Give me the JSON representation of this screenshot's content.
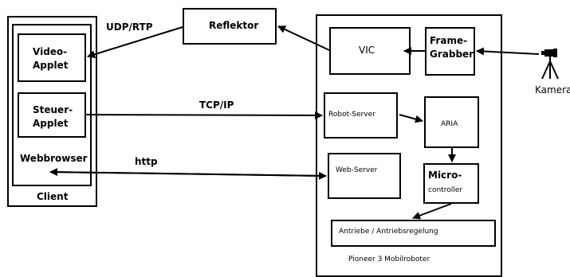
{
  "labels": {
    "client": "Client",
    "webbrowser": "Webbrowser",
    "video_applet": [
      "Video-",
      "Applet"
    ],
    "steuer_applet": [
      "Steuer-",
      "Applet"
    ],
    "reflektor": "Reflektor",
    "udp_rtp": "UDP/RTP",
    "tcp_ip": "TCP/IP",
    "http": "http",
    "vic": "VIC",
    "frame_grabber": [
      "Frame-",
      "Grabber"
    ],
    "kamera": "Kamera",
    "robot_server": "Robot-Server",
    "aria": "ARIA",
    "web_server": "Web-Server",
    "micro_controller": [
      "Micro-",
      "controller"
    ],
    "antriebe": "Antriebe / Antriebsregelung",
    "pioneer": "Pioneer 3 Mobilroboter"
  },
  "icons": {
    "kamera": "tripod-camera-icon"
  }
}
